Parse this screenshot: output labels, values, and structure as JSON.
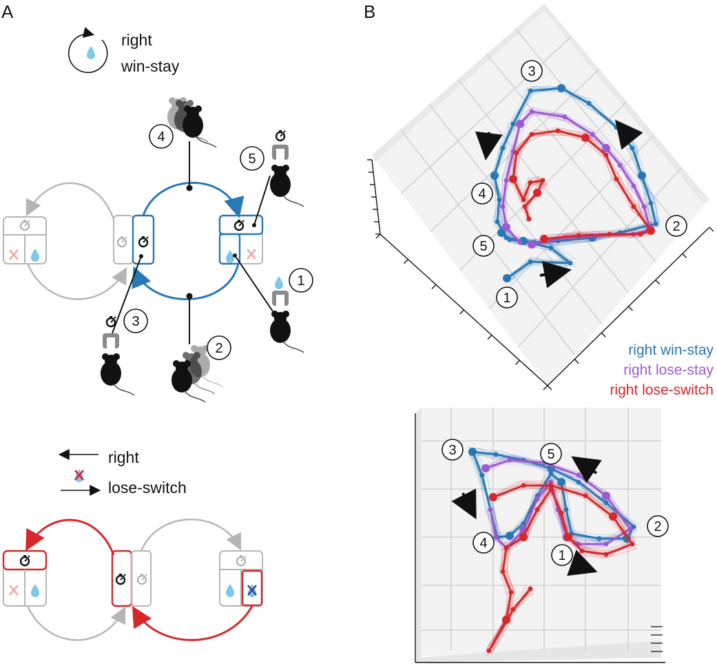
{
  "panel_a": {
    "letter": "A",
    "top_legend": {
      "line1": "right",
      "line2": "win-stay"
    },
    "bottom_legend": {
      "line1": "right",
      "line2": "lose-switch"
    },
    "step_labels": [
      "1",
      "2",
      "3",
      "4",
      "5"
    ]
  },
  "panel_b": {
    "letter": "B",
    "legend": [
      "right win-stay",
      "right lose-stay",
      "right lose-switch"
    ],
    "upper_step_labels": [
      "1",
      "2",
      "3",
      "4",
      "5"
    ],
    "lower_step_labels": [
      "1",
      "2",
      "3",
      "4",
      "5"
    ]
  },
  "colors": {
    "win_stay": "#2778b5",
    "lose_stay": "#9b5bcf",
    "lose_switch": "#d6272b",
    "gray": "#b5b5b5",
    "water": "#7fc8e8"
  },
  "chart_data": [
    {
      "type": "line",
      "view": "3d-top",
      "series": [
        {
          "name": "right win-stay",
          "values": []
        },
        {
          "name": "right lose-stay",
          "values": []
        },
        {
          "name": "right lose-switch",
          "values": []
        }
      ]
    },
    {
      "type": "line",
      "view": "3d-side",
      "series": [
        {
          "name": "right win-stay",
          "values": []
        },
        {
          "name": "right lose-stay",
          "values": []
        },
        {
          "name": "right lose-switch",
          "values": []
        }
      ]
    }
  ]
}
